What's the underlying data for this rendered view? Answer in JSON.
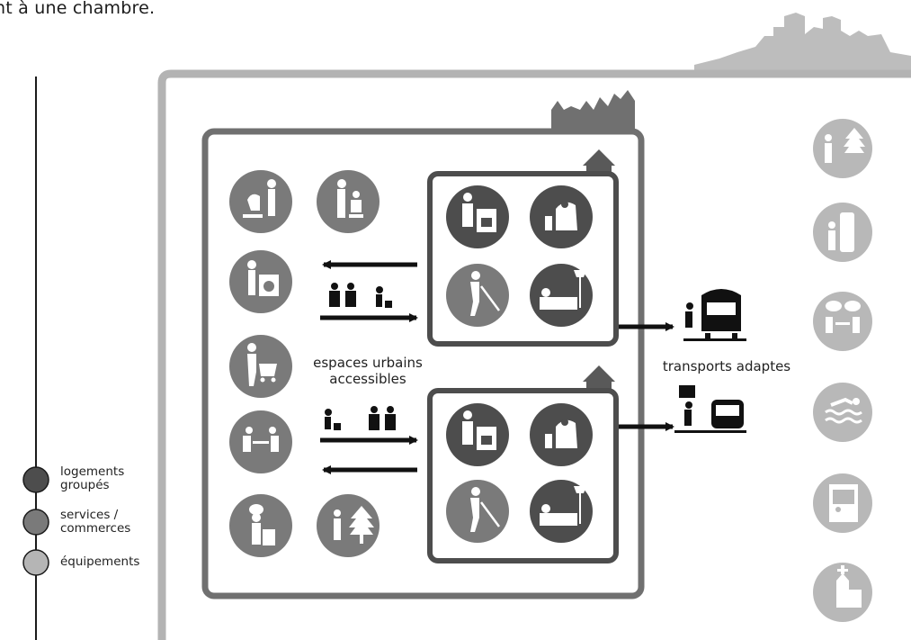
{
  "header": {
    "caption_fragment": "nt à une chambre."
  },
  "legend": {
    "items": [
      {
        "label_line1": "logements",
        "label_line2": "groupés",
        "color": "#4d4d4d"
      },
      {
        "label_line1": "services /",
        "label_line2": "commerces",
        "color": "#7a7a7a"
      },
      {
        "label_line1": "équipements",
        "label_line2": "",
        "color": "#b5b5b5"
      }
    ]
  },
  "diagram": {
    "center_label_line1": "espaces urbains",
    "center_label_line2": "accessibles",
    "transport_label": "transports adaptes"
  },
  "colors": {
    "housing": "#4d4d4d",
    "services": "#7a7a7a",
    "equipment": "#b8b8b8",
    "outer_frame": "#b3b3b3",
    "inner_frame": "#707070"
  },
  "icons": {
    "services": [
      "hairdresser-icon",
      "care-icon",
      "laundry-icon",
      "shopping-cart-icon",
      "restaurant-icon",
      "cook-icon",
      "park-icon"
    ],
    "housing": [
      "cooking-icon",
      "armchair-icon",
      "cleaning-icon",
      "bed-icon"
    ],
    "equipment": [
      "park-icon",
      "poster-column-icon",
      "cafe-icon",
      "swimming-icon",
      "kiosk-icon",
      "church-icon"
    ]
  }
}
